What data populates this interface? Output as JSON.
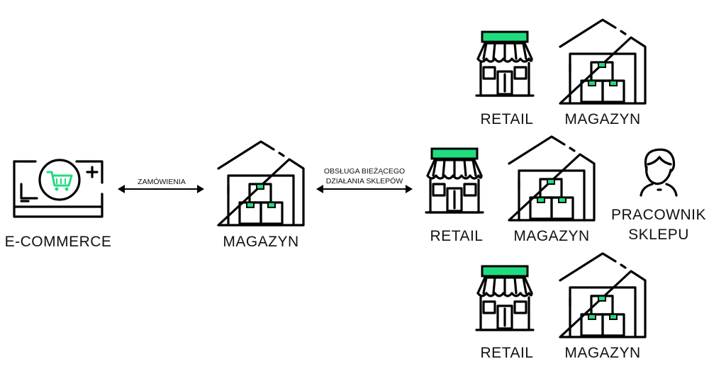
{
  "colors": {
    "accent": "#1fdc80",
    "line": "#000000",
    "background": "#ffffff"
  },
  "nodes": {
    "ecommerce": {
      "label": "E-COMMERCE",
      "icon": "computer-cart-icon"
    },
    "central_warehouse": {
      "label": "MAGAZYN",
      "icon": "warehouse-icon"
    },
    "store_top": {
      "retail_label": "RETAIL",
      "warehouse_label": "MAGAZYN"
    },
    "store_middle": {
      "retail_label": "RETAIL",
      "warehouse_label": "MAGAZYN"
    },
    "store_bottom": {
      "retail_label": "RETAIL",
      "warehouse_label": "MAGAZYN"
    },
    "store_worker": {
      "label_line1": "PRACOWNIK",
      "label_line2": "SKLEPU",
      "icon": "person-icon"
    }
  },
  "edges": {
    "orders": {
      "label": "ZAMÓWIENIA",
      "direction": "bidirectional"
    },
    "store_ops": {
      "label_line1": "OBSŁUGA BIEŻĄCEGO",
      "label_line2": "DZIAŁANIA SKLEPÓW",
      "direction": "bidirectional"
    }
  }
}
